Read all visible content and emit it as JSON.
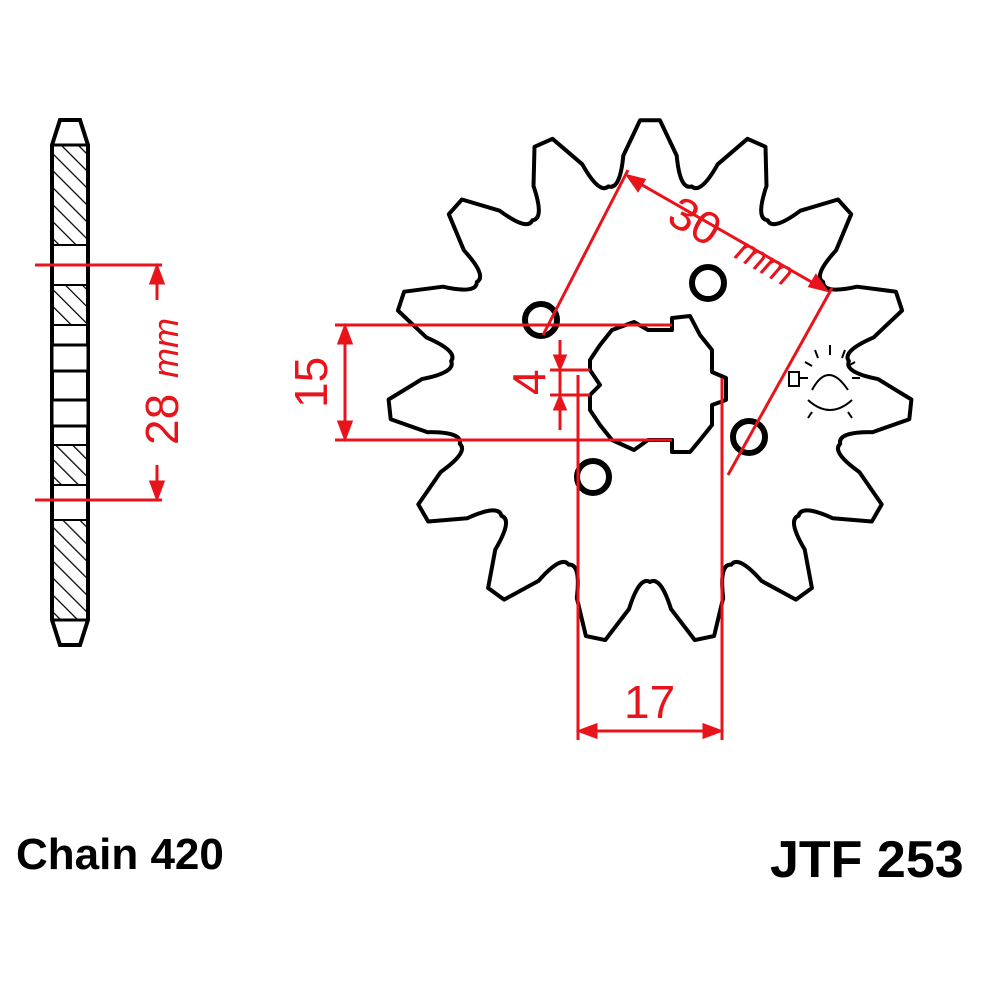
{
  "diagram": {
    "side_view": {
      "pitch_dimension": "28",
      "pitch_unit": "mm"
    },
    "front_view": {
      "bolt_circle_dimension": "30",
      "bolt_circle_unit": "mm",
      "spline_height": "15",
      "bolt_hole_offset": "4",
      "spline_width": "17"
    }
  },
  "footer": {
    "chain_label": "Chain 420",
    "part_number": "JTF 253"
  },
  "colors": {
    "outline": "#000000",
    "dimension": "#e8141c",
    "hatch": "#000000"
  }
}
